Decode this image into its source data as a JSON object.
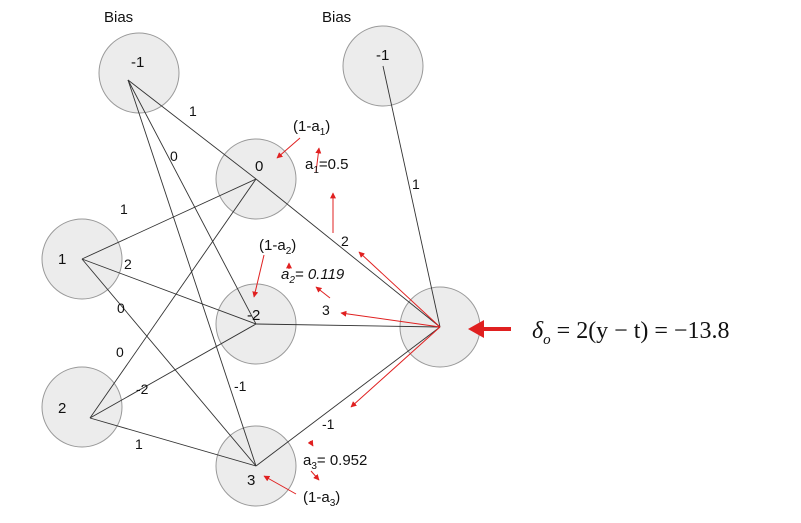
{
  "bias_labels": {
    "hidden": "Bias",
    "output": "Bias"
  },
  "nodes": {
    "bias_hidden": "-1",
    "bias_output": "-1",
    "input_1": "1",
    "input_2": "2",
    "hidden_1": "0",
    "hidden_2": "-2",
    "hidden_3": "3",
    "output": ""
  },
  "weights": {
    "bias_h1": "1",
    "bias_h2": "0",
    "in1_h1": "1",
    "in1_h2": "2",
    "in1_h3": "0",
    "in2_h1": "0",
    "in2_h2": "-2",
    "in2_h3": "1",
    "bias_h3": "-1",
    "bias_out": "1",
    "h1_out": "2",
    "h2_out": "3",
    "h3_out": "-1"
  },
  "annotations": {
    "h1": {
      "one_minus": "(1-a",
      "sub": "1",
      "close": ")",
      "a": "a",
      "a_sub": "1",
      "value": "=0.5"
    },
    "h2": {
      "one_minus": "(1-a",
      "sub": "2",
      "close": ")",
      "a": "a",
      "a_sub": "2",
      "value": "= 0.119"
    },
    "h3": {
      "one_minus": "(1-a",
      "sub": "3",
      "close": ")",
      "a": "a",
      "a_sub": "3",
      "value": "= 0.952"
    }
  },
  "delta": {
    "symbol": "δ",
    "sub": "o",
    "equation": " = 2(y − t) = −13.8"
  },
  "colors": {
    "arrow": "#e02020",
    "node_fill": "#ececec",
    "node_stroke": "#9a9a9a"
  }
}
